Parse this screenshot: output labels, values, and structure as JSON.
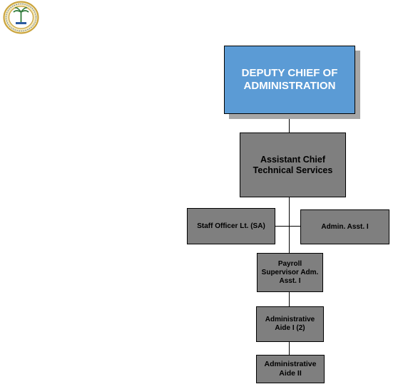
{
  "colors": {
    "top_box": "#5b9bd5",
    "box": "#7f7f7f",
    "shadow": "#a6a6a6",
    "seal_gold": "#c9a23a"
  },
  "logo": {
    "icon": "city-of-miami-seal-icon"
  },
  "org_chart": {
    "head": "DEPUTY CHIEF OF\nADMINISTRATION",
    "assistant_chief": "Assistant Chief\nTechnical Services",
    "staff_officer": "Staff Officer Lt. (SA)",
    "admin_asst": "Admin. Asst. I",
    "payroll": "Payroll\nSupervisor Adm.\nAsst. I",
    "aide_one": "Administrative\nAide I (2)",
    "aide_two": "Administrative\nAide II"
  }
}
